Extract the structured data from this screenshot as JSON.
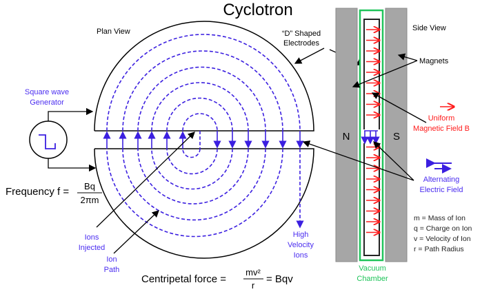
{
  "title": "Cyclotron",
  "labels": {
    "plan_view": "Plan View",
    "side_view": "Side View",
    "d_electrodes": [
      "“D” Shaped",
      "Electrodes"
    ],
    "magnets": "Magnets",
    "square_wave": [
      "Square wave",
      "Generator"
    ],
    "uniform_field": [
      "Uniform",
      "Magnetic Field B"
    ],
    "alternating_field": [
      "Alternating",
      "Electric Field"
    ],
    "ions_injected": [
      "Ions",
      "Injected"
    ],
    "ion_path": [
      "Ion",
      "Path"
    ],
    "high_velocity": [
      "High",
      "Velocity",
      "Ions"
    ],
    "vacuum_chamber": [
      "Vacuum",
      "Chamber"
    ],
    "north": "N",
    "south": "S"
  },
  "formulas": {
    "frequency_prefix": "Frequency f =",
    "frequency_num": "Bq",
    "frequency_den": "2πm",
    "centripetal_prefix": "Centripetal force =",
    "centripetal_num": "mv²",
    "centripetal_den": "r",
    "centripetal_suffix": "= Bqv"
  },
  "legend": [
    "m = Mass of Ion",
    "q = Charge on Ion",
    "v = Velocity of Ion",
    "r = Path Radius"
  ],
  "colors": {
    "ion_path": "#3b1fe0",
    "magnetic_field": "#ff1a1a",
    "vacuum": "#1fc45a",
    "magnet": "#a6a6a6",
    "alternating_text": "#4a2cf0"
  }
}
